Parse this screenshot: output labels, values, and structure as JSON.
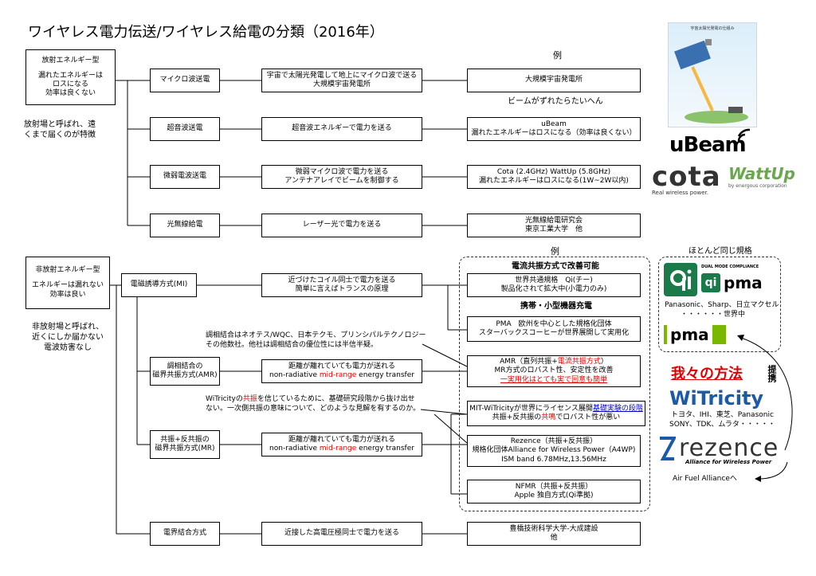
{
  "title": "ワイヤレス電力伝送/ワイヤレス給電の分類（2016年）",
  "radiative": {
    "box_line1": "放射エネルギー型",
    "box_line2": "漏れたエネルギーは",
    "box_line3": "ロスになる",
    "box_line4": "効率は良くない",
    "note_line1": "放射場と呼ばれ、遠",
    "note_line2": "くまで届くのが特徴"
  },
  "nonradiative": {
    "box_line1": "非放射エネルギー型",
    "box_line2": "エネルギーは漏れない",
    "box_line3": "効率は良い",
    "note_line1": "非放射場と呼ばれ、",
    "note_line2": "近くにしか届かない",
    "note_line3": "電波妨害なし"
  },
  "example_header_1": "例",
  "example_header_2": "例",
  "rows": {
    "microwave": {
      "method": "マイクロ波送電",
      "desc1": "宇宙で太陽光発電して地上にマイクロ波で送る",
      "desc2": "大規模宇宙発電所",
      "ex1": "大規模宇宙発電所",
      "note": "ビームがずれたらたいへん"
    },
    "ultrasound": {
      "method": "超音波送電",
      "desc1": "超音波エネルギーで電力を送る",
      "ex1": "uBeam",
      "ex2": "漏れたエネルギーはロスになる（効率は良くない）"
    },
    "weakwave": {
      "method": "微弱電波送電",
      "desc1": "微弱マイクロ波で電力を送る",
      "desc2": "アンテナアレイでビームを制御する",
      "ex1": "Cota (2.4GHz)  WattUp (5.8GHz)",
      "ex2": "漏れたエネルギーはロスになる(1W~2W以内)"
    },
    "optical": {
      "method": "光無線給電",
      "desc1": "レーザー光で電力を送る",
      "ex1": "光無線給電研究会",
      "ex2": "東京工業大学　他"
    },
    "mi": {
      "method": "電磁誘導方式(MI)",
      "desc1": "近づけたコイル同士で電力を送る",
      "desc2": "簡単に言えばトランスの原理"
    },
    "amr": {
      "method1": "調相結合の",
      "method2": "磁界共振方式(AMR)",
      "desc1": "距離が離れていても電力が送れる",
      "desc2a": "non-radiative ",
      "desc2b": "mid-range",
      "desc2c": " energy transfer"
    },
    "mr": {
      "method1": "共振+反共振の",
      "method2": "磁界共振方式(MR)",
      "desc1": "距離が離れていても電力が送れる",
      "desc2a": "non-radiative ",
      "desc2b": "mid-range",
      "desc2c": " energy transfer"
    },
    "ef": {
      "method": "電界結合方式",
      "desc1": "近接した高電圧極同士で電力を送る",
      "ex1": "豊橋技術科学大学-大成建設",
      "ex2": "他"
    }
  },
  "group_headers": {
    "resonance": "電流共振方式で改善可能",
    "mobile": "携帯・小型機器充電"
  },
  "examples": {
    "qi1": "世界共通規格　Qi(チー)",
    "qi2": "製品化されて拡大中(小電力のみ)",
    "pma1": "PMA　欧州を中心とした規格化団体",
    "pma2": "スターバックスコーヒーが世界展開して実用化",
    "amr1a": "AMR（直列共振+",
    "amr1b": "電流共振方式",
    "amr1c": "）",
    "amr2": "MR方式のロバスト性、安定性を改善",
    "amr3": "一実用化はとても実で回意も簡単",
    "wit1a": "MIT-WiTricityが世界にライセンス展開",
    "wit1b": "基礎実験の段階",
    "wit2a": "共振+反共振の",
    "wit2b": "共鳴",
    "wit2c": "でロバスト性が悪い",
    "rez1": "Rezence（共振+反共振）",
    "rez2": "規格化団体Alliance for Wireless Power（A4WP)",
    "rez3": "ISM band 6.78MHz,13.56MHz",
    "nfmr1": "NFMR（共振+反共振）",
    "nfmr2": "Apple 独自方式(Qi準拠)"
  },
  "callouts": {
    "amr_note1": "調相結合はネオテス/WQC、日本テクモ、プリンシパルテクノロジー",
    "amr_note2": "その他数社。他社は調相結合の優位性には半信半疑。",
    "wit_note1a": "WiTricityの",
    "wit_note1b": "共振",
    "wit_note1c": "を信じているために、基礎研究段階から抜け出せ",
    "wit_note2": "ない。一次側共振の意味について、どのような見解を有するのか。"
  },
  "right_panel": {
    "space_caption": "宇宙太陽光発電の仕組み",
    "ubeam_logo": "uBeam",
    "cota_logo": "cota",
    "cota_sub": "Real wireless power.",
    "wattup_logo": "WattUp",
    "wattup_sub": "by energous corporation",
    "standards_header": "ほとんど同じ規格",
    "dual_mode": "DUAL MODE COMPLIANCE",
    "pma_small": "pma",
    "members": "Panasonic、Sharp、日立マクセル",
    "members2": "・・・・・・世界中",
    "pma_big": "pma",
    "our_method": "我々の方法",
    "partner": "提携",
    "witricity": "WiTricity",
    "wit_members1": "トヨタ、IHI、東芝、Panasonic",
    "wit_members2": "SONY、TDK、ムラタ・・・・・",
    "rezence": "rezence",
    "rezence_sub": "Alliance for Wireless Power",
    "airfuel": "Air Fuel Allianceへ"
  },
  "colors": {
    "red": "#e00000",
    "qi_green": "#1a7a4a",
    "pma_green": "#7ab800",
    "wit_blue": "#1a5aa8",
    "wit_green": "#8dc63f",
    "cota_gray": "#333333",
    "wattup_green": "#6aa84f"
  }
}
